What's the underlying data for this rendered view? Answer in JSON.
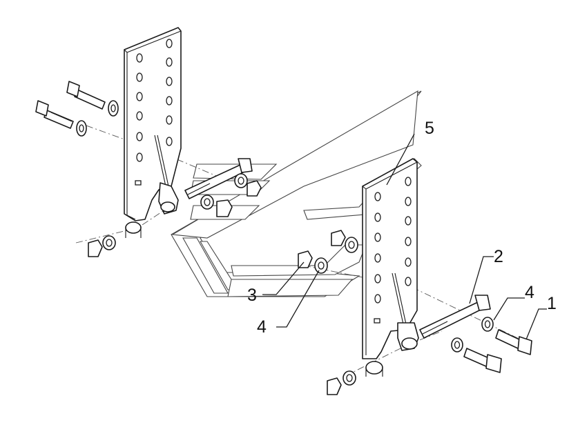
{
  "diagram": {
    "callouts": [
      {
        "id": "c1",
        "text": "1"
      },
      {
        "id": "c2",
        "text": "2"
      },
      {
        "id": "c3",
        "text": "3"
      },
      {
        "id": "c4a",
        "text": "4"
      },
      {
        "id": "c4b",
        "text": "4"
      },
      {
        "id": "c5",
        "text": "5"
      }
    ]
  }
}
